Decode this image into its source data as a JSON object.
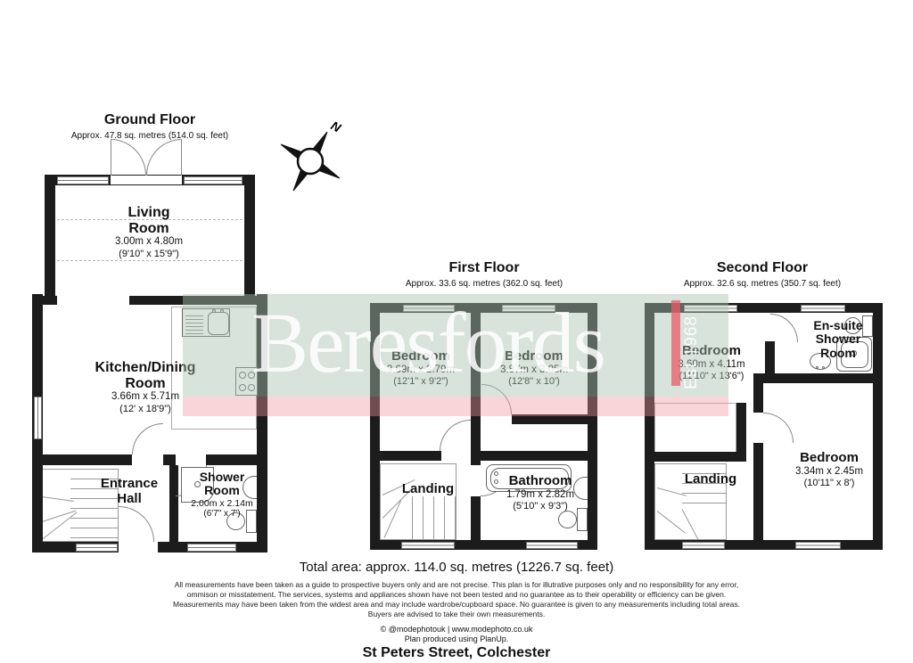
{
  "floors": [
    {
      "title": "Ground Floor",
      "subtitle": "Approx. 47.8 sq. metres (514.0 sq. feet)",
      "rooms": {
        "living": {
          "name": "Living Room",
          "m": "3.00m x 4.80m",
          "ft": "(9'10\" x 15'9\")"
        },
        "kitchen": {
          "name": "Kitchen/Dining Room",
          "m": "3.66m x 5.71m",
          "ft": "(12' x 18'9\")"
        },
        "hall": {
          "name": "Entrance Hall"
        },
        "shower": {
          "name": "Shower Room",
          "m": "2.00m x 2.14m",
          "ft": "(6'7\" x 7')"
        }
      }
    },
    {
      "title": "First Floor",
      "subtitle": "Approx. 33.6 sq. metres (362.0 sq. feet)",
      "rooms": {
        "bedroom1": {
          "name": "Bedroom",
          "m": "3.69m x 2.79m",
          "ft": "(12'1\" x 9'2\")"
        },
        "bedroom2": {
          "name": "Bedroom",
          "m": "3.87m x 3.05m",
          "ft": "(12'8\" x 10')"
        },
        "landing": {
          "name": "Landing"
        },
        "bathroom": {
          "name": "Bathroom",
          "m": "1.79m x 2.82m",
          "ft": "(5'10\" x 9'3\")"
        }
      }
    },
    {
      "title": "Second Floor",
      "subtitle": "Approx. 32.6 sq. metres (350.7 sq. feet)",
      "rooms": {
        "bedroom1": {
          "name": "Bedroom",
          "m": "3.60m x 4.11m",
          "ft": "(11'10\" x 13'6\")"
        },
        "ensuite": {
          "name": "En-suite Shower Room"
        },
        "landing": {
          "name": "Landing"
        },
        "bedroom2": {
          "name": "Bedroom",
          "m": "3.34m x 2.45m",
          "ft": "(10'11\" x 8')"
        }
      }
    }
  ],
  "compass": {
    "label": "N"
  },
  "watermark": {
    "brand": "Beresfords",
    "established": "Est 1968"
  },
  "footer": {
    "total_area": "Total area: approx. 114.0 sq. metres (1226.7 sq. feet)",
    "disclaimer_lines": [
      "All measurements have been taken as a guide to prospective buyers only and are not precise. This plan is for illutrative purposes only and no responsibility for any error,",
      "ommison or misstatement. The services, systems and appliances shown have not been tested and no guarantee as to their operability or efficiency can be given.",
      "Measurements may have been taken from the widest area and may include wardrobe/cupboard space. No guarantee is given to any measurements including total areas.",
      "Buyers are advised to take their own measurements."
    ],
    "credit": "© @modephotouk | www.modephoto.co.uk",
    "produced": "Plan produced using PlanUp.",
    "address": "St Peters Street, Colchester"
  },
  "colors": {
    "wall": "#1c1c1c",
    "watermark_green": "#d7e3db",
    "watermark_pink": "#f8d8da",
    "watermark_red": "#ee5a69"
  }
}
